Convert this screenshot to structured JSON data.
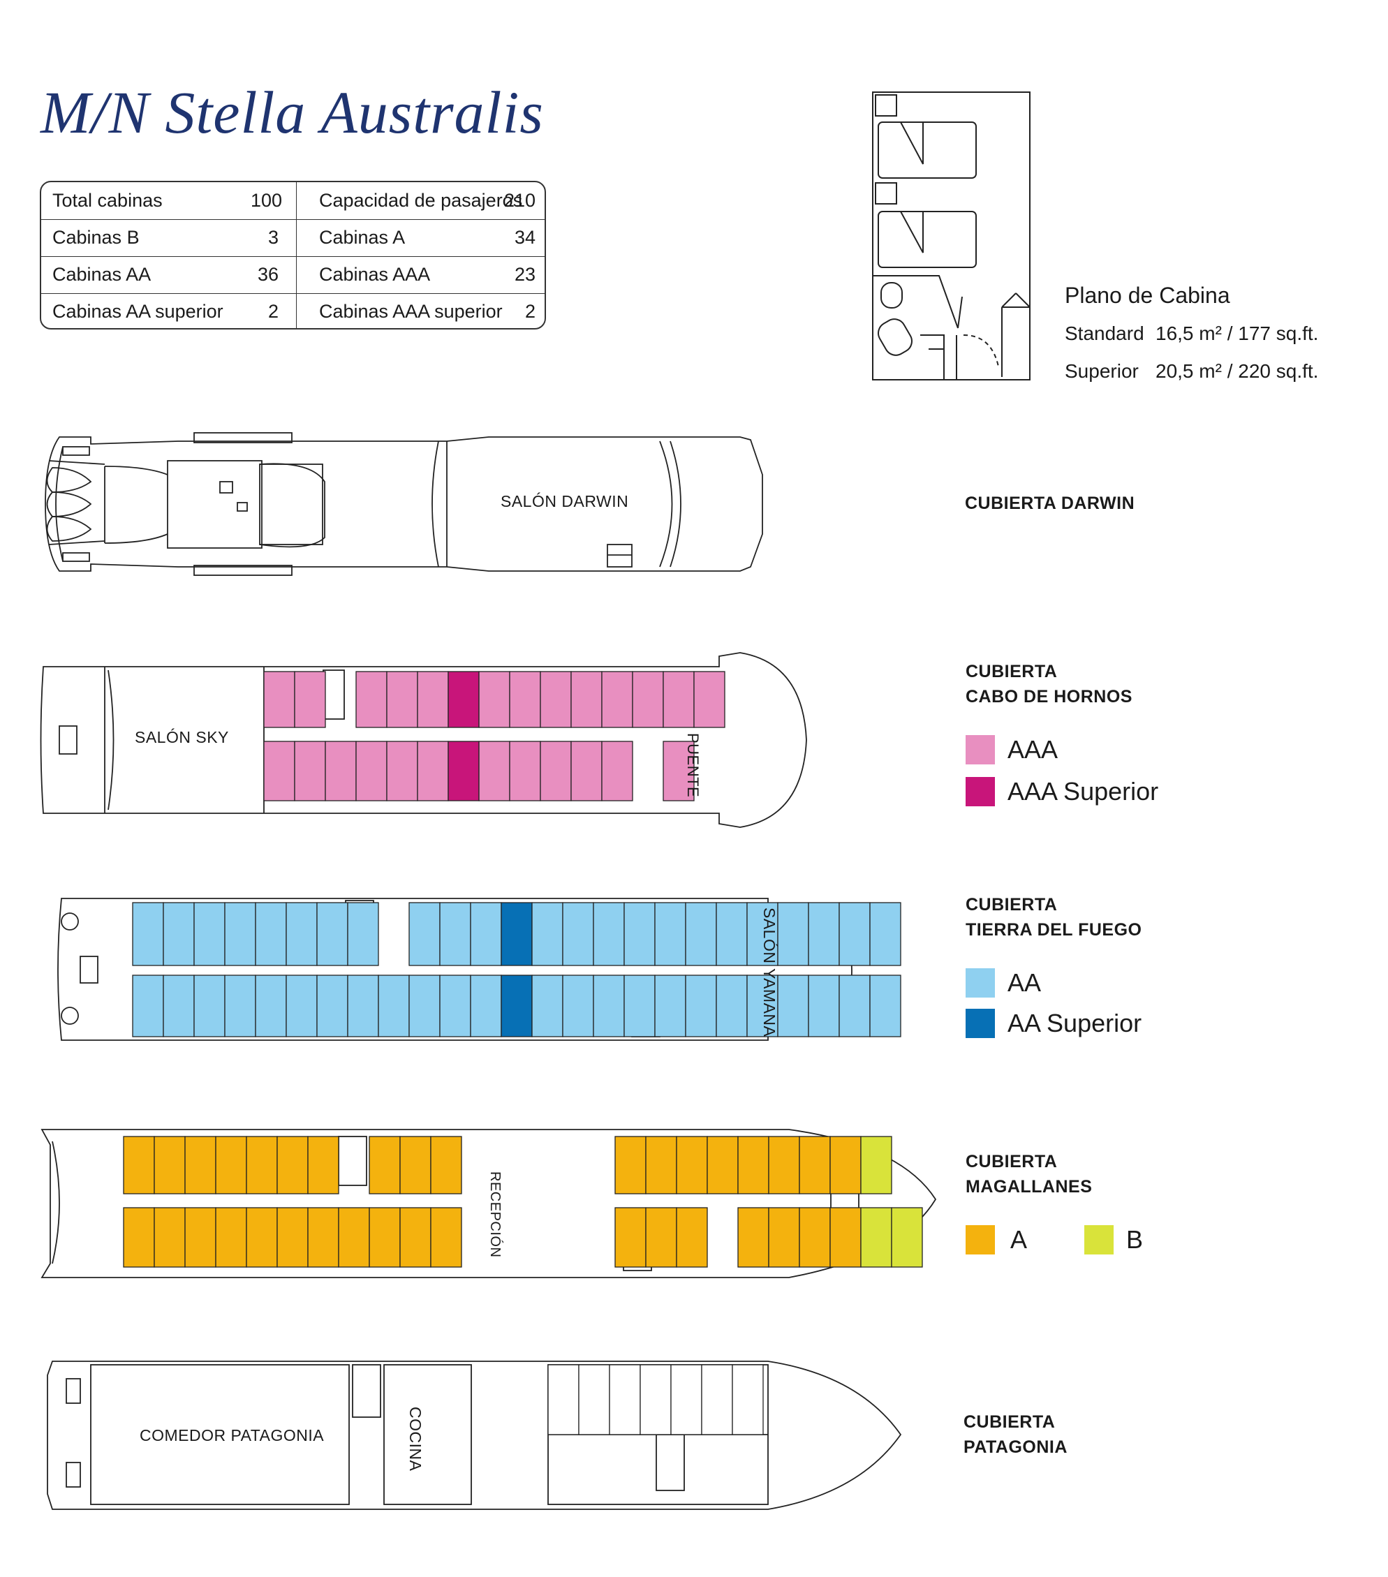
{
  "title": "M/N Stella Australis",
  "stats": [
    {
      "left_label": "Total cabinas",
      "left_value": "100",
      "right_label": "Capacidad de pasajeros",
      "right_value": "210"
    },
    {
      "left_label": "Cabinas B",
      "left_value": "3",
      "right_label": "Cabinas A",
      "right_value": "34"
    },
    {
      "left_label": "Cabinas AA",
      "left_value": "36",
      "right_label": "Cabinas AAA",
      "right_value": "23"
    },
    {
      "left_label": "Cabinas  AA superior",
      "left_value": "2",
      "right_label": "Cabinas  AAA superior",
      "right_value": "2"
    }
  ],
  "cabin_plan": {
    "title": "Plano de Cabina",
    "standard_label": "Standard",
    "standard_size": "16,5 m² / 177 sq.ft.",
    "superior_label": "Superior",
    "superior_size": "20,5 m² / 220 sq.ft."
  },
  "decks": {
    "darwin": {
      "name_line1": "CUBIERTA DARWIN",
      "name_line2": "",
      "room": "SALÓN DARWIN"
    },
    "cabo": {
      "name_line1": "CUBIERTA",
      "name_line2": "CABO DE HORNOS",
      "room_left": "SALÓN SKY",
      "room_right": "PUENTE"
    },
    "fuego": {
      "name_line1": "CUBIERTA",
      "name_line2": "TIERRA DEL FUEGO",
      "room_right": "SALÓN YAMANA"
    },
    "magallanes": {
      "name_line1": "CUBIERTA",
      "name_line2": "MAGALLANES",
      "room_mid": "RECEPCIÓN"
    },
    "patagonia": {
      "name_line1": "CUBIERTA",
      "name_line2": "PATAGONIA",
      "room_left": "COMEDOR PATAGONIA",
      "room_mid": "COCINA"
    }
  },
  "legend": {
    "aaa": {
      "label": "AAA",
      "color": "#e88fc0"
    },
    "aaa_sup": {
      "label": "AAA Superior",
      "color": "#c8157a"
    },
    "aa": {
      "label": "AA",
      "color": "#8fd0f0"
    },
    "aa_sup": {
      "label": "AA Superior",
      "color": "#0770b5"
    },
    "a": {
      "label": "A",
      "color": "#f4b20e"
    },
    "b": {
      "label": "B",
      "color": "#d9e33a"
    }
  }
}
